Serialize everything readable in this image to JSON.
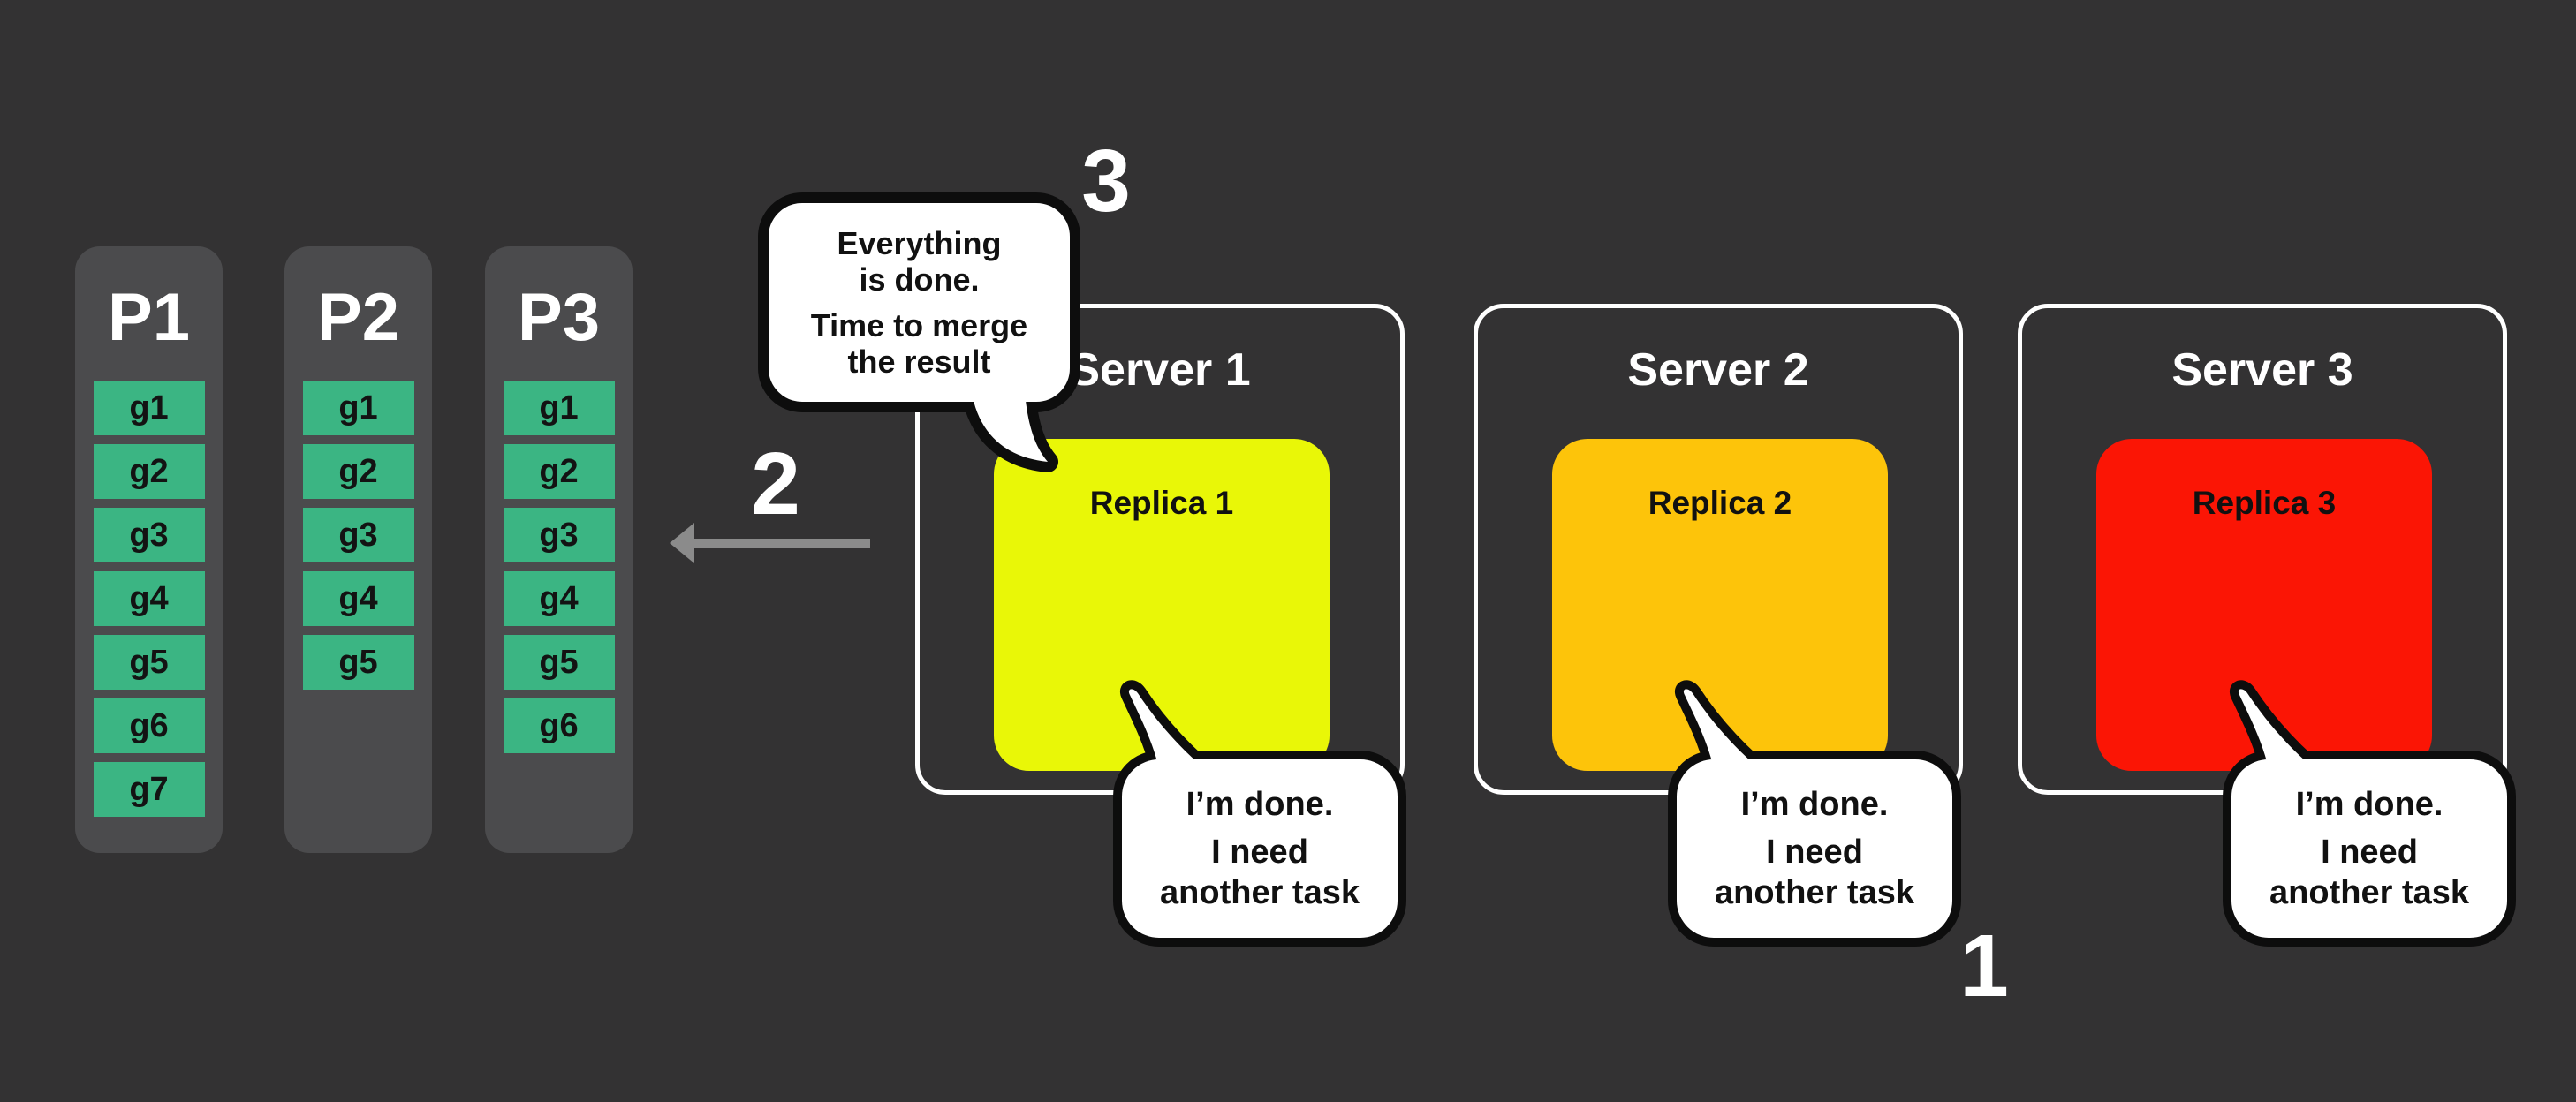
{
  "diagram": {
    "background_color": "#333233",
    "panel_color": "#4b4b4d",
    "cell_color": "#3bb583",
    "bubble_border_color": "#0d0d0d",
    "server_border_color": "#ffffff",
    "arrow_color": "#8b8b8b"
  },
  "partitions": [
    {
      "name": "P1",
      "items": [
        "g1",
        "g2",
        "g3",
        "g4",
        "g5",
        "g6",
        "g7"
      ]
    },
    {
      "name": "P2",
      "items": [
        "g1",
        "g2",
        "g3",
        "g4",
        "g5"
      ]
    },
    {
      "name": "P3",
      "items": [
        "g1",
        "g2",
        "g3",
        "g4",
        "g5",
        "g6"
      ]
    }
  ],
  "steps": {
    "one": "1",
    "two": "2",
    "three": "3"
  },
  "merge_bubble": {
    "lines": [
      "Everything",
      "is done.",
      "Time to merge",
      "the result"
    ]
  },
  "servers": [
    {
      "title": "Server 1",
      "replica_label": "Replica 1",
      "replica_color": "#e9f707",
      "bubble_lines": [
        "I’m done.",
        "I need",
        "another task"
      ]
    },
    {
      "title": "Server 2",
      "replica_label": "Replica 2",
      "replica_color": "#fdc40a",
      "bubble_lines": [
        "I’m done.",
        "I need",
        "another task"
      ]
    },
    {
      "title": "Server 3",
      "replica_label": "Replica 3",
      "replica_color": "#fb1505",
      "bubble_lines": [
        "I’m done.",
        "I need",
        "another task"
      ]
    }
  ]
}
